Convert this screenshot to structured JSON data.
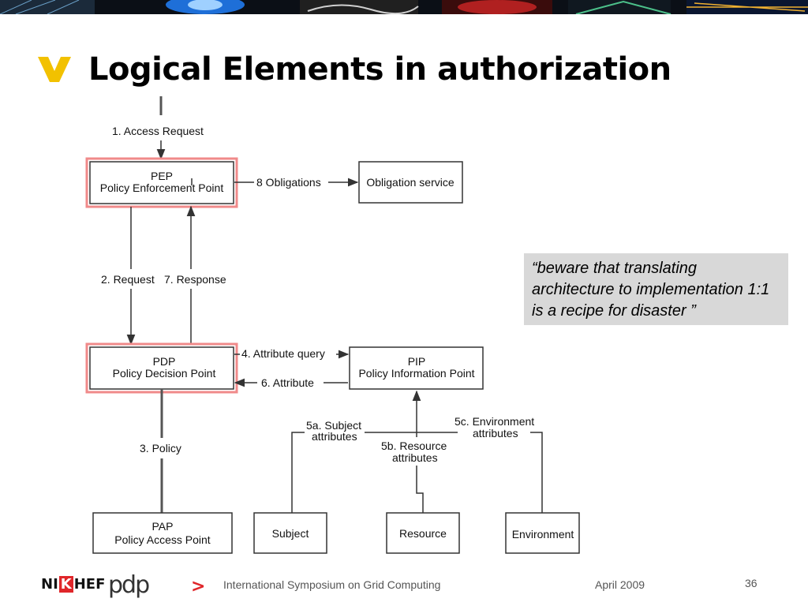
{
  "slide": {
    "title": "Logical Elements in authorization",
    "quote": "“beware that translating architecture to implementation 1:1 is a recipe for disaster ”"
  },
  "diagram": {
    "nodes": {
      "pep": {
        "line1": "PEP",
        "line2": "Policy Enforcement Point"
      },
      "obligation": {
        "label": "Obligation service"
      },
      "pdp": {
        "line1": "PDP",
        "line2": "Policy Decision Point"
      },
      "pip": {
        "line1": "PIP",
        "line2": "Policy Information Point"
      },
      "pap": {
        "line1": "PAP",
        "line2": "Policy Access Point"
      },
      "subject": {
        "label": "Subject"
      },
      "resource": {
        "label": "Resource"
      },
      "environment": {
        "label": "Environment"
      }
    },
    "edges": {
      "access_request": "1.  Access Request",
      "obligations": "8 Obligations",
      "request": "2. Request",
      "response": "7. Response",
      "attribute_query": "4. Attribute query",
      "attribute": "6. Attribute",
      "policy": "3. Policy",
      "subject_attr_1": "5a. Subject",
      "subject_attr_2": "attributes",
      "resource_attr_1": "5b. Resource",
      "resource_attr_2": "attributes",
      "env_attr_1": "5c. Environment",
      "env_attr_2": "attributes"
    }
  },
  "footer": {
    "arrow": ">",
    "event": "International Symposium on Grid Computing",
    "date": "April 2009",
    "page": "36",
    "logo1_a": "NI",
    "logo1_k": "K",
    "logo1_b": "HEF",
    "logo2": "pdp"
  },
  "colors": {
    "accent": "#f2c100",
    "highlight": "#f08a8a",
    "quote_bg": "#d8d8d8",
    "footer_arrow": "#e0262a"
  }
}
